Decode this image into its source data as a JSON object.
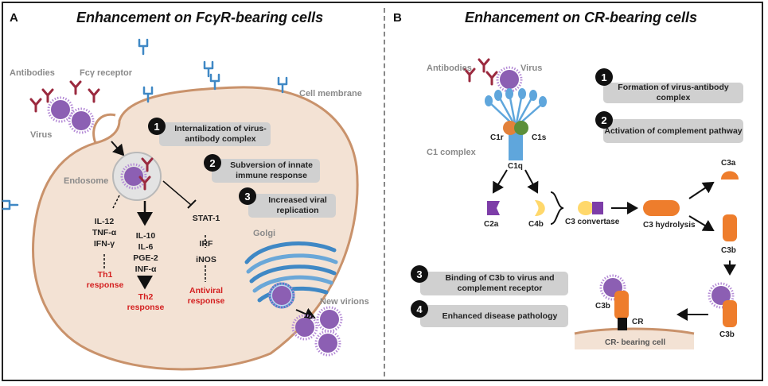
{
  "panel_a": {
    "letter": "A",
    "title": "Enhancement on FcγR-bearing cells",
    "labels": {
      "antibodies": "Antibodies",
      "fc_receptor": "Fcγ receptor",
      "virus": "Virus",
      "cell_membrane": "Cell membrane",
      "endosome": "Endosome",
      "golgi": "Golgi",
      "new_virions": "New virions"
    },
    "steps": [
      {
        "num": "1",
        "text": "Internalization of virus-antibody complex"
      },
      {
        "num": "2",
        "text": "Subversion of innate immune response"
      },
      {
        "num": "3",
        "text": "Increased viral replication"
      }
    ],
    "th1": {
      "lines": [
        "IL-12",
        "TNF-α",
        "IFN-γ"
      ],
      "response": "Th1 response"
    },
    "th2": {
      "lines": [
        "IL-10",
        "IL-6",
        "PGE-2",
        "INF-α"
      ],
      "response": "Th2 response"
    },
    "antiviral": {
      "lines": [
        "STAT-1",
        "IRF",
        "iNOS"
      ],
      "response": "Antiviral response"
    }
  },
  "panel_b": {
    "letter": "B",
    "title": "Enhancement on CR-bearing cells",
    "labels": {
      "antibodies": "Antibodies",
      "virus": "Virus",
      "c1r": "C1r",
      "c1s": "C1s",
      "c1_complex": "C1 complex",
      "c1q": "C1q",
      "c2a": "C2a",
      "c4b": "C4b",
      "c3_convertase": "C3 convertase",
      "c3_hydrolysis": "C3 hydrolysis",
      "c3a": "C3a",
      "c3b_top": "C3b",
      "c3b_right": "C3b",
      "c3b_bound": "C3b",
      "cr": "CR",
      "cr_cell": "CR- bearing cell"
    },
    "steps": [
      {
        "num": "1",
        "text": "Formation of virus-antibody complex"
      },
      {
        "num": "2",
        "text": "Activation of complement pathway"
      },
      {
        "num": "3",
        "text": "Binding of C3b to virus and complement receptor"
      },
      {
        "num": "4",
        "text": "Enhanced disease pathology"
      }
    ]
  },
  "colors": {
    "cell_fill": "#f3e2d4",
    "cell_border": "#c9926b",
    "virus": "#8c5fb3",
    "antibody": "#9b2a3f",
    "receptor": "#3f88c5",
    "complement_orange": "#ee7d2c",
    "red_text": "#d42020"
  }
}
